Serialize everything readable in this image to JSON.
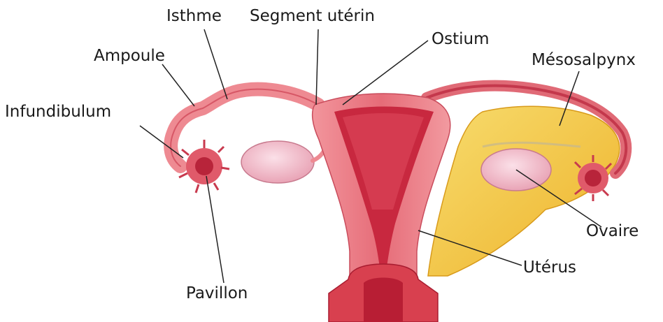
{
  "labels": {
    "isthme": "Isthme",
    "segment_uterin": "Segment utérin",
    "ostium": "Ostium",
    "ampoule": "Ampoule",
    "mesosalpynx": "Mésosalpynx",
    "infundibulum": "Infundibulum",
    "ovaire": "Ovaire",
    "uterus": "Utérus",
    "pavillon": "Pavillon"
  },
  "colors": {
    "uterus_wall": "#e8707a",
    "uterus_light": "#f4a0a6",
    "uterus_dark": "#b8243a",
    "cavity": "#c8283f",
    "tube": "#ee8a92",
    "ovary": "#f3c6d2",
    "broad_ligament": "#f2c23a",
    "broad_ligament_light": "#f7dc6e",
    "leader_line": "#222222"
  }
}
